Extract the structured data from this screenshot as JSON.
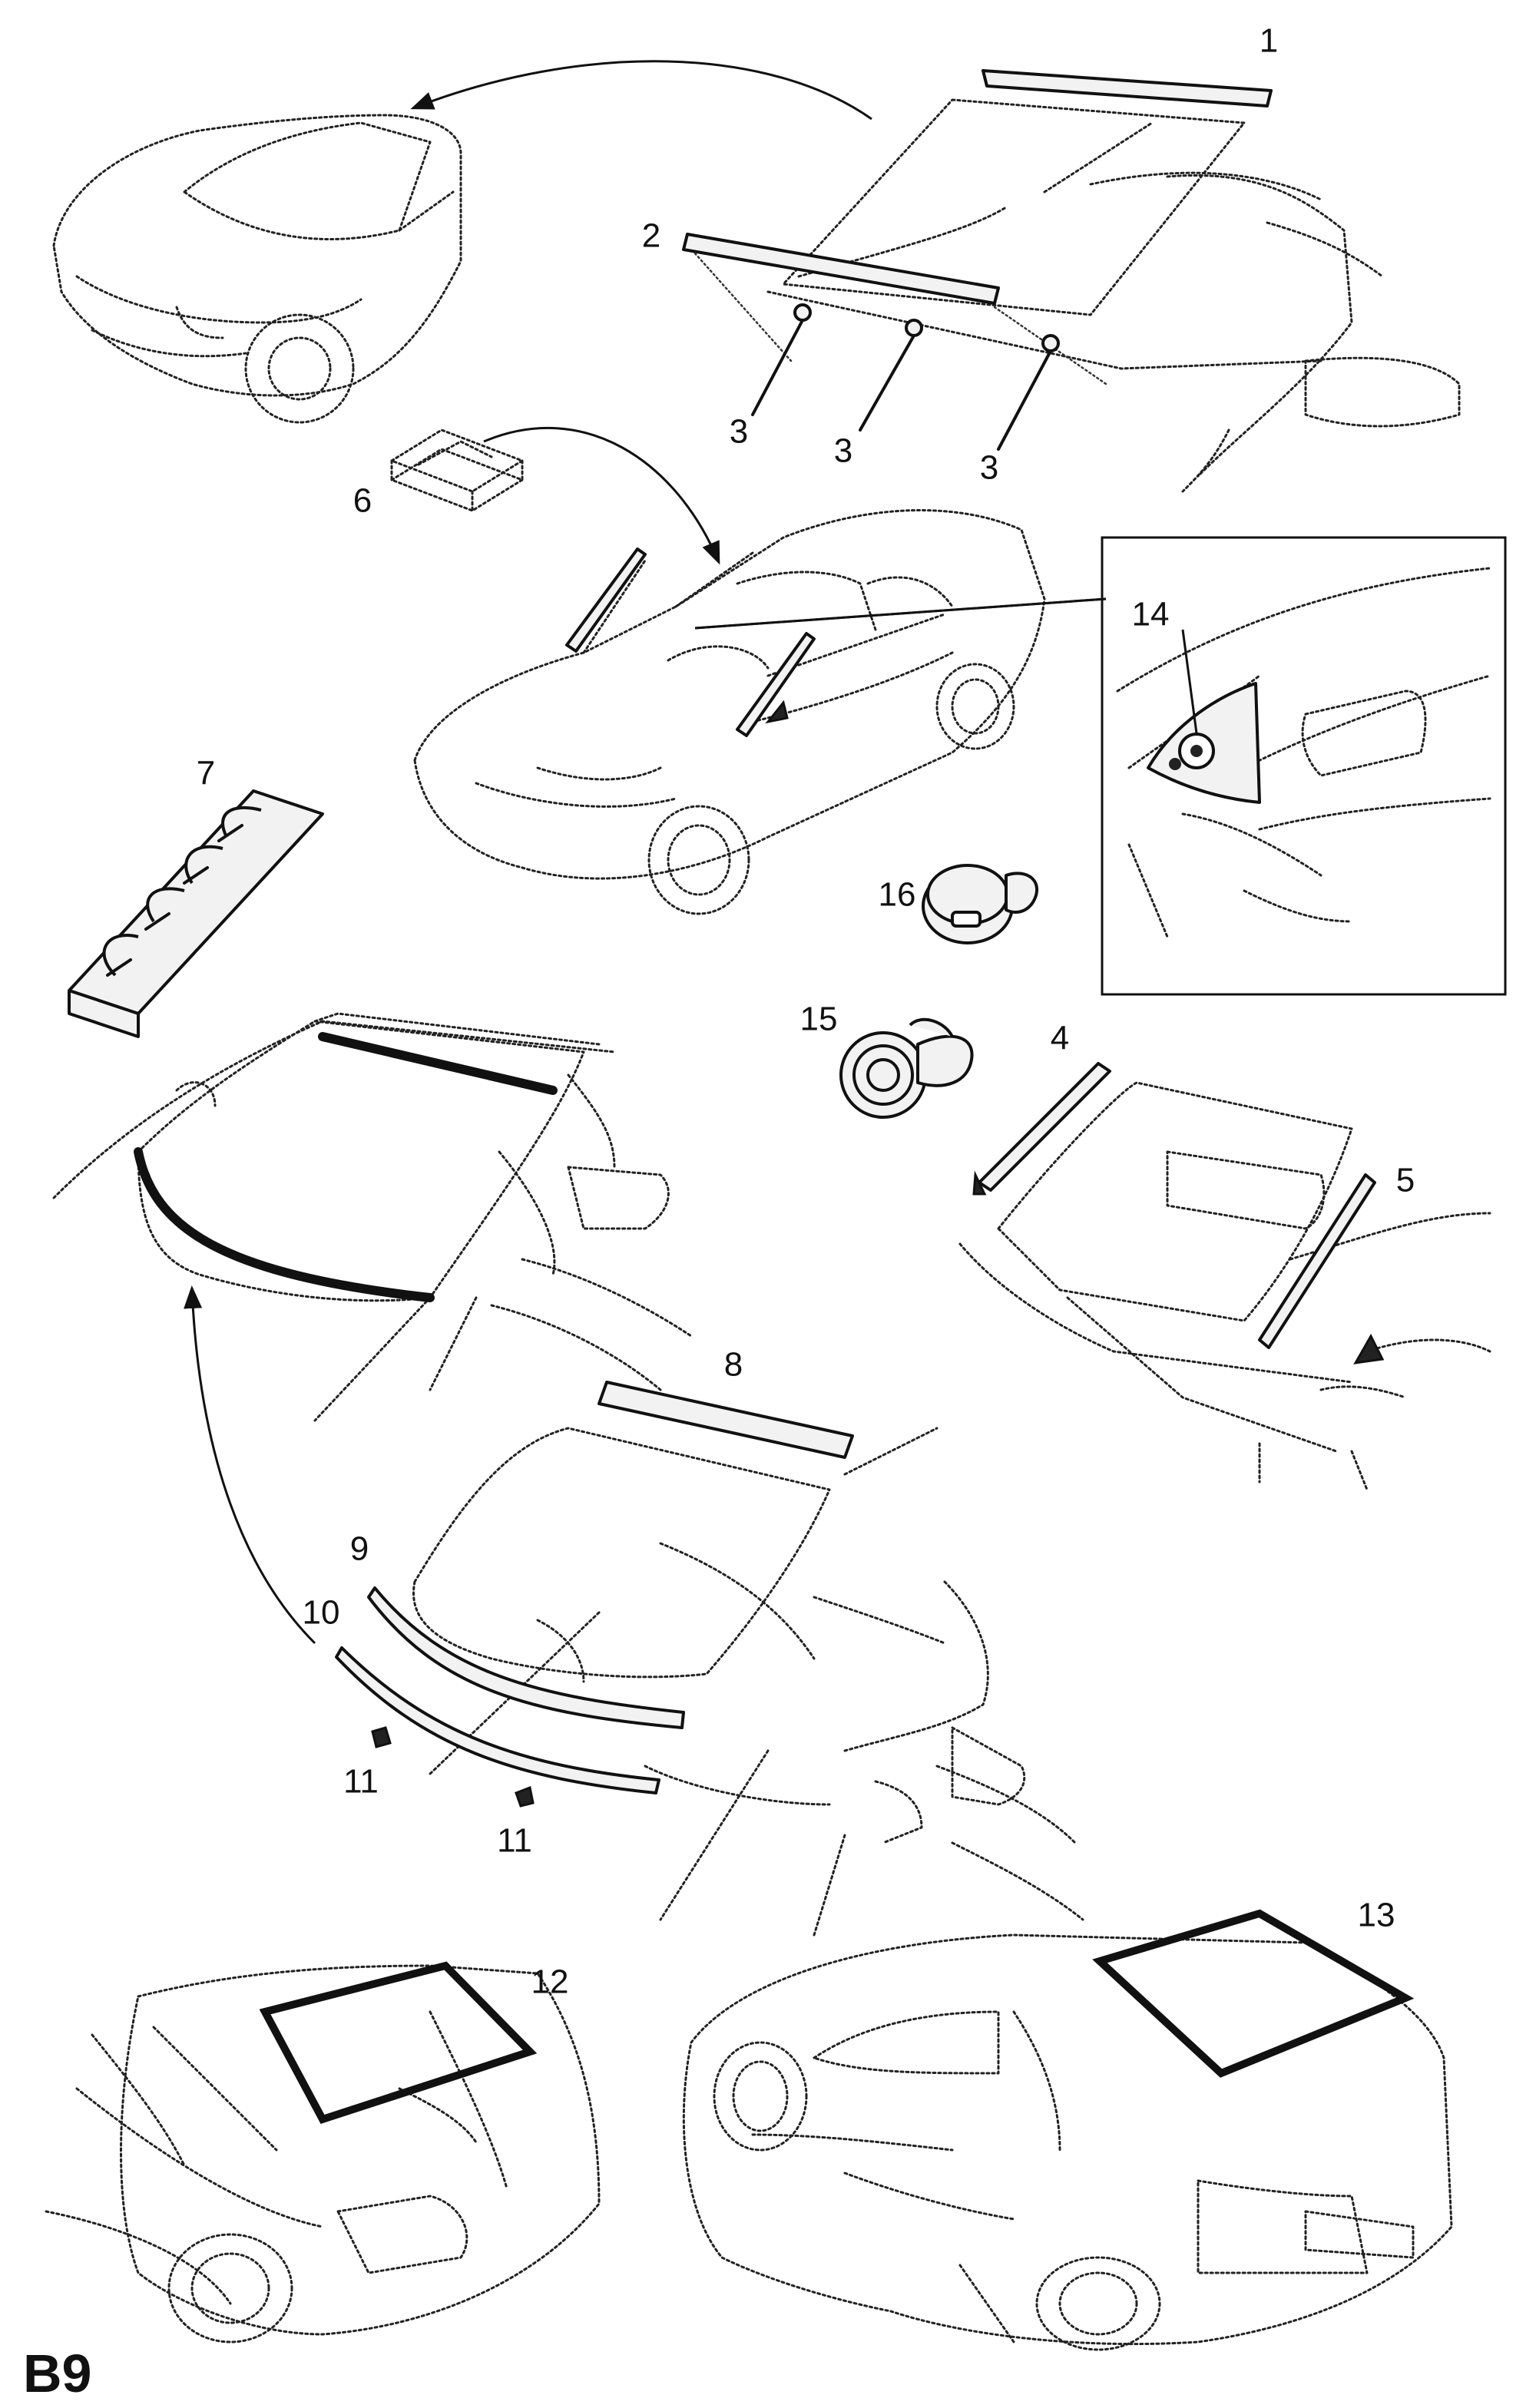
{
  "diagram": {
    "sheet_id": "B9",
    "callouts": {
      "c1": "1",
      "c2": "2",
      "c3a": "3",
      "c3b": "3",
      "c3c": "3",
      "c4": "4",
      "c5": "5",
      "c6": "6",
      "c7": "7",
      "c8": "8",
      "c9": "9",
      "c10": "10",
      "c11a": "11",
      "c11b": "11",
      "c12": "12",
      "c13": "13",
      "c14": "14",
      "c15": "15",
      "c16": "16"
    }
  },
  "colors": {
    "line": "#111111",
    "background": "#ffffff"
  }
}
